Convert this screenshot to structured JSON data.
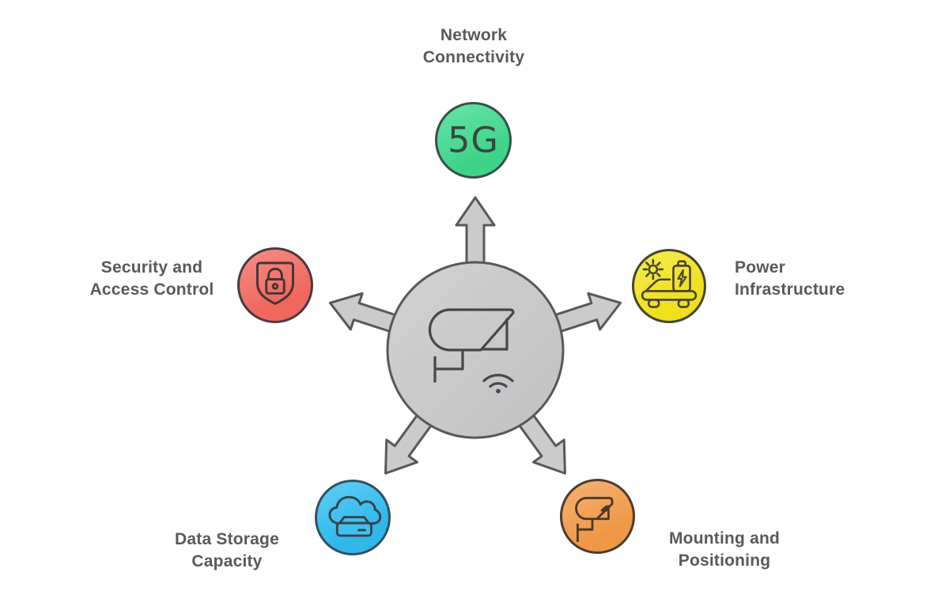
{
  "diagram": {
    "background": "#ffffff",
    "text_color": "#58595b",
    "center": {
      "icon": "cctv-camera-icon",
      "secondary_icon": "wifi-signal-icon",
      "circle_fill": "#c9cacb",
      "arrow_fill": "#cbcbcc",
      "outline_color": "#57585a"
    },
    "spokes": [
      {
        "id": "network-connectivity",
        "position": "top",
        "label_line1": "Network",
        "label_line2": "Connectivity",
        "badge_text": "5G",
        "icon": "5g-badge-icon",
        "color": "#4bdc94"
      },
      {
        "id": "security-access-control",
        "position": "left",
        "label_line1": "Security and",
        "label_line2": "Access Control",
        "icon": "shield-lock-icon",
        "color": "#f2736c"
      },
      {
        "id": "power-infrastructure",
        "position": "right",
        "label_line1": "Power",
        "label_line2": "Infrastructure",
        "icon": "ev-car-charging-icon",
        "color": "#f2e434"
      },
      {
        "id": "data-storage-capacity",
        "position": "bottom-left",
        "label_line1": "Data Storage",
        "label_line2": "Capacity",
        "icon": "cloud-storage-icon",
        "color": "#41c2f0"
      },
      {
        "id": "mounting-positioning",
        "position": "bottom-right",
        "label_line1": "Mounting and",
        "label_line2": "Positioning",
        "icon": "mounted-camera-icon",
        "color": "#f3a45c"
      }
    ]
  }
}
